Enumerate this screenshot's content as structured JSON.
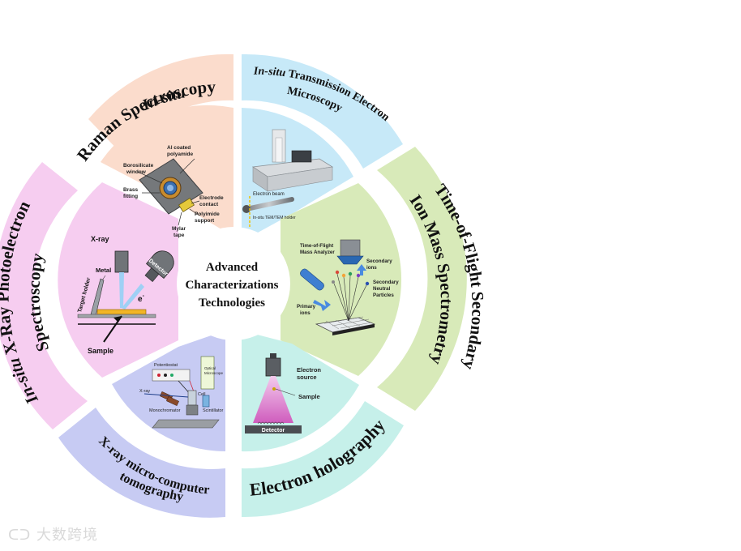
{
  "center": {
    "line1": "Advanced",
    "line2": "Characterizations",
    "line3": "Technologies"
  },
  "sectors": {
    "raman": {
      "line1": "In-situ",
      "line2": "Raman Spectroscopy",
      "color": "#fbdccc"
    },
    "tem": {
      "line1a": "In-situ",
      "line1b": " Transmission Electron",
      "line2": "Microscopy",
      "color": "#c7e9f8"
    },
    "tof": {
      "line1": "Time-of-Flight Secondary",
      "line2": "Ion Mass Spectrometry",
      "color": "#d8eab9"
    },
    "eh": {
      "line1": "Electron holography",
      "color": "#c6f0ea"
    },
    "xct": {
      "line1": "X-ray  micro-computer",
      "line2": "tomography",
      "color": "#c7cbf3"
    },
    "xps": {
      "line1a": "In-situ",
      "line1b": " X-Ray Photoelectron",
      "line2": "Spectroscopy",
      "color": "#f6cdf0"
    }
  },
  "raman_diagram": {
    "al_coated_1": "Al coated",
    "al_coated_2": "polyamide",
    "borosilicate_1": "Borosilicate",
    "borosilicate_2": "window",
    "brass_1": "Brass",
    "brass_2": "fitting",
    "electrode_1": "Electrode",
    "electrode_2": "contact",
    "polyimide_1": "Polyimide",
    "polyimide_2": "support",
    "mylar_1": "Mylar",
    "mylar_2": "tape"
  },
  "tem_diagram": {
    "electron_beam": "Electron beam",
    "holder": "In-situ TEM/TEM holder"
  },
  "tof_diagram": {
    "analyzer_1": "Time-of-Flight",
    "analyzer_2": "Mass Analyzer",
    "secondary_ions_1": "Secondary",
    "secondary_ions_2": "ions",
    "neutral_1": "Secondary",
    "neutral_2": "Neutral",
    "neutral_3": "Particles",
    "primary_1": "Primary",
    "primary_2": "ions"
  },
  "eh_diagram": {
    "source_1": "Electron",
    "source_2": "source",
    "sample": "Sample",
    "detector": "Detector"
  },
  "xct_diagram": {
    "potentiostat": "Potentiostat",
    "optical_1": "Optical",
    "optical_2": "Microscope",
    "xray": "X-ray",
    "cell": "Cell",
    "monochromator": "Monochromator",
    "scintillator": "Scintillator"
  },
  "xps_diagram": {
    "xray": "X-ray",
    "metal": "Metal",
    "target_holder": "Target holder",
    "detector": "Detector",
    "electron": "e",
    "electron_sup": "-",
    "sample": "Sample"
  },
  "watermark": "大数跨境"
}
